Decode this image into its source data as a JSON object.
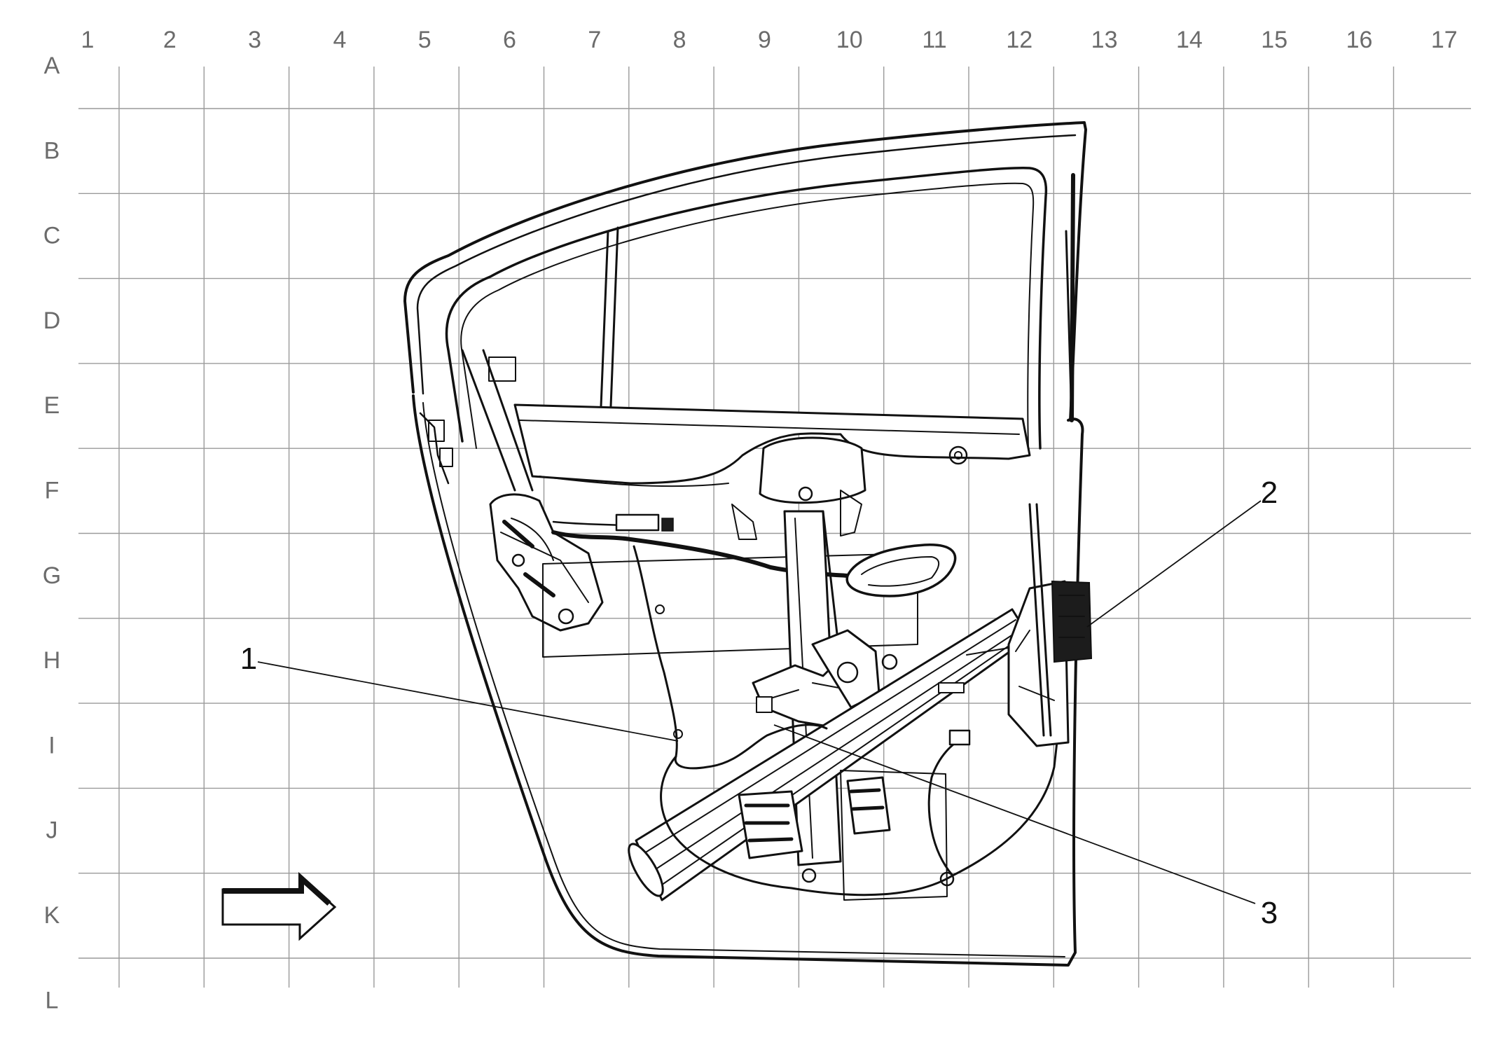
{
  "grid": {
    "columns": [
      "1",
      "2",
      "3",
      "4",
      "5",
      "6",
      "7",
      "8",
      "9",
      "10",
      "11",
      "12",
      "13",
      "14",
      "15",
      "16",
      "17"
    ],
    "rows": [
      "A",
      "B",
      "C",
      "D",
      "E",
      "F",
      "G",
      "H",
      "I",
      "J",
      "K",
      "L"
    ]
  },
  "callouts": [
    {
      "label": "1"
    },
    {
      "label": "2"
    },
    {
      "label": "3"
    }
  ],
  "icons": {
    "view_direction": "right-arrow-icon"
  }
}
